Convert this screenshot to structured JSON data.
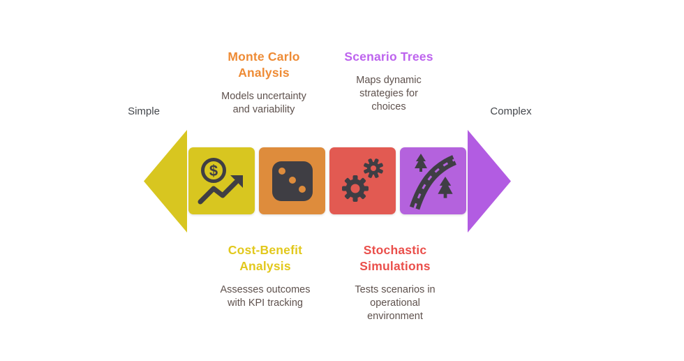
{
  "colors": {
    "yellow": "#d8c620",
    "orange": "#de8c3c",
    "red": "#e25a52",
    "purple": "#b462dd",
    "arrow_left": "#d8c620",
    "arrow_right": "#b25ce2",
    "icon": "#3f3e44",
    "title_yellow": "#e2c81c",
    "title_orange": "#ee8b35",
    "title_red": "#ea4f4b",
    "title_purple": "#bd63ee",
    "body_text": "#5e514d",
    "endpoint_text": "#44474c"
  },
  "endpoints": {
    "left": "Simple",
    "right": "Complex"
  },
  "methods": {
    "monte_carlo": {
      "title": "Monte Carlo Analysis",
      "description": "Models uncertainty and variability"
    },
    "scenario_trees": {
      "title": "Scenario Trees",
      "description": "Maps dynamic strategies for choices"
    },
    "cost_benefit": {
      "title": "Cost-Benefit Analysis",
      "description": "Assesses outcomes with KPI tracking"
    },
    "stochastic": {
      "title": "Stochastic Simulations",
      "description": "Tests scenarios in operational environment"
    }
  },
  "icons": [
    "money-growth-icon",
    "dice-icon",
    "gears-icon",
    "road-icon"
  ]
}
